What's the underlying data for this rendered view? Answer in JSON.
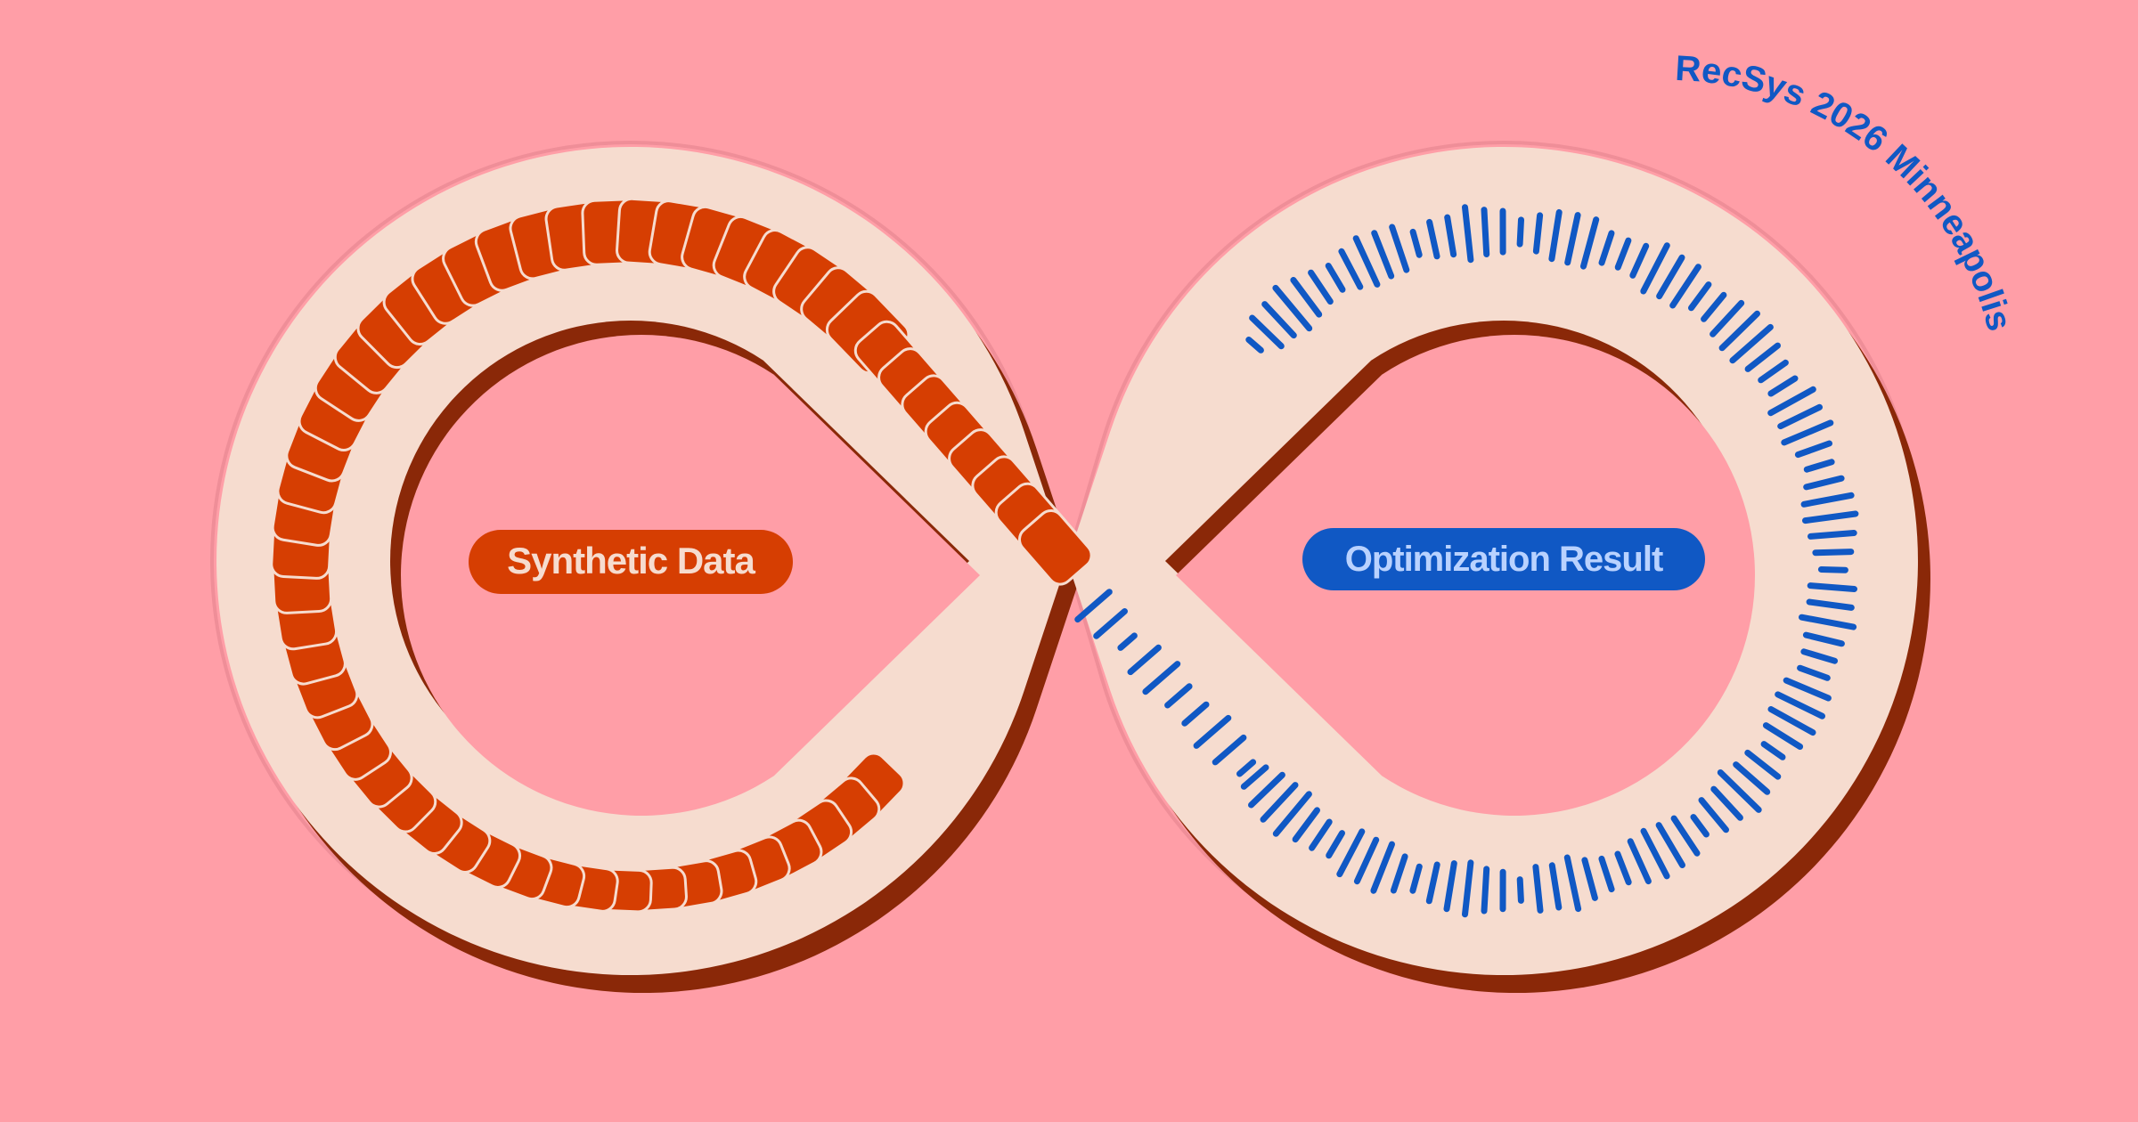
{
  "labels": {
    "left": "Synthetic Data",
    "right": "Optimization Result"
  },
  "curved_title": "RecSys 2026 Minneapolis",
  "colors": {
    "background": "#ff9ea7",
    "contour": "#ef8e98",
    "band": "#f6dccf",
    "shadow": "#8a2808",
    "segment": "#d63e02",
    "segment_outline": "#f6dccf",
    "left_pill": "#d63e02",
    "left_text": "#f6dccf",
    "right_pill": "#1058c4",
    "right_text": "#b9d2ff",
    "bars": "#1058c4",
    "title": "#1058c4"
  },
  "icons": {
    "left_ribbon": "segmented-ribbon",
    "right_ribbon": "waveform-bars"
  }
}
